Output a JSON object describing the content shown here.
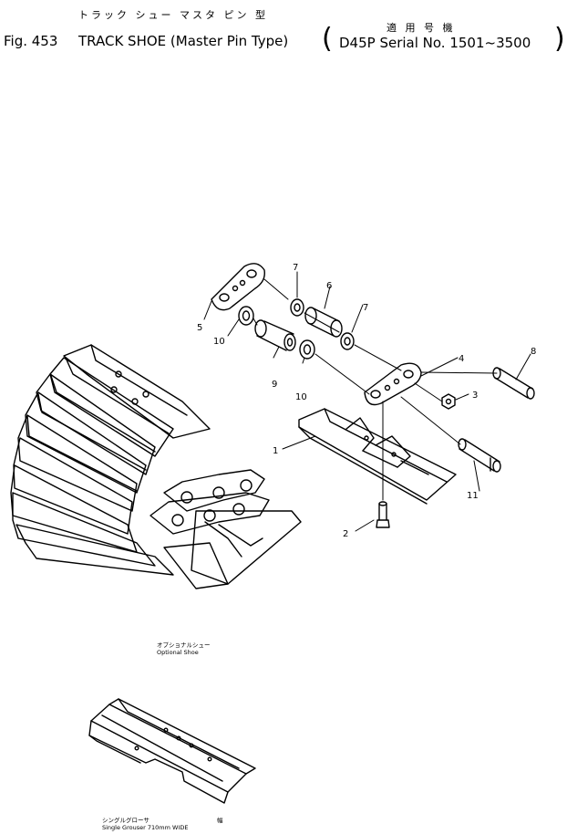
{
  "header": {
    "jp_left": "トラック シュー マスタ ピン 型",
    "jp_right": "適 用 号 機",
    "fig_label": "Fig. 453",
    "title": "TRACK SHOE (Master Pin Type)",
    "serial": "D45P Serial No. 1501~3500"
  },
  "callouts": [
    {
      "id": "1",
      "label": "1"
    },
    {
      "id": "2",
      "label": "2"
    },
    {
      "id": "3",
      "label": "3"
    },
    {
      "id": "4",
      "label": "4"
    },
    {
      "id": "5",
      "label": "5"
    },
    {
      "id": "6",
      "label": "6"
    },
    {
      "id": "7a",
      "label": "7"
    },
    {
      "id": "7b",
      "label": "7"
    },
    {
      "id": "8",
      "label": "8"
    },
    {
      "id": "9",
      "label": "9"
    },
    {
      "id": "10a",
      "label": "10"
    },
    {
      "id": "10b",
      "label": "10"
    },
    {
      "id": "11",
      "label": "11"
    }
  ],
  "captions": {
    "optional_jp": "オプショナルシュー",
    "optional_en": "Optional Shoe",
    "single_jp": "シングルグローサ",
    "single_jp_width": "幅",
    "single_en": "Single Grouser 710mm WIDE"
  }
}
